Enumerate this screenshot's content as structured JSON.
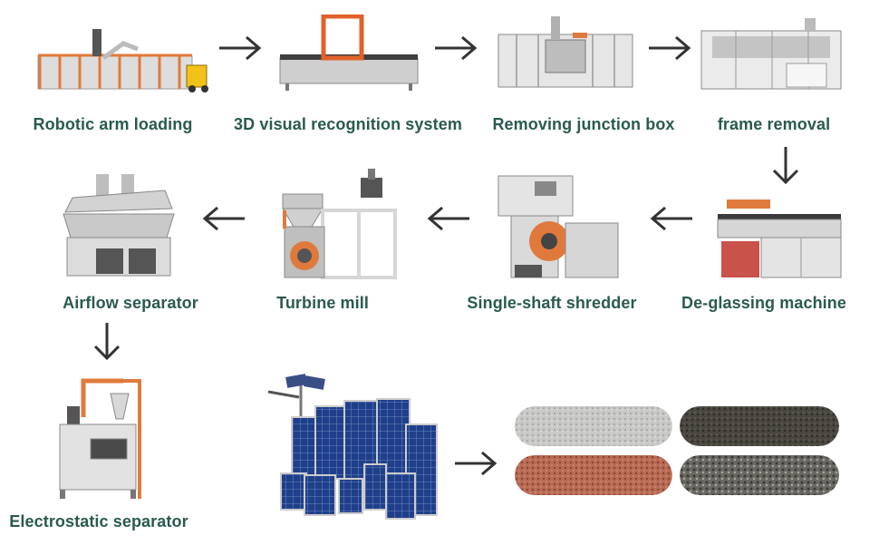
{
  "steps": [
    {
      "label": "Robotic arm loading",
      "icon": "robotic-arm-loading-machine"
    },
    {
      "label": "3D visual recognition system",
      "icon": "3d-visual-recognition-machine"
    },
    {
      "label": "Removing junction box",
      "icon": "junction-box-removal-machine"
    },
    {
      "label": "frame removal",
      "icon": "frame-removal-machine"
    },
    {
      "label": "De-glassing machine",
      "icon": "de-glassing-machine"
    },
    {
      "label": "Single-shaft shredder",
      "icon": "single-shaft-shredder-machine"
    },
    {
      "label": "Turbine mill",
      "icon": "turbine-mill-machine"
    },
    {
      "label": "Airflow separator",
      "icon": "airflow-separator-machine"
    },
    {
      "label": "Electrostatic separator",
      "icon": "electrostatic-separator-machine"
    }
  ],
  "colors": {
    "label": "#2a5a4f",
    "machine_body": "#d9d9d9",
    "machine_frame": "#e07a3c",
    "panel_blue": "#1f3f8a",
    "arrow": "#333333"
  },
  "outputs": [
    "glass-powder-sample",
    "silicon-powder-sample",
    "copper-powder-sample",
    "aluminum-granule-sample"
  ]
}
